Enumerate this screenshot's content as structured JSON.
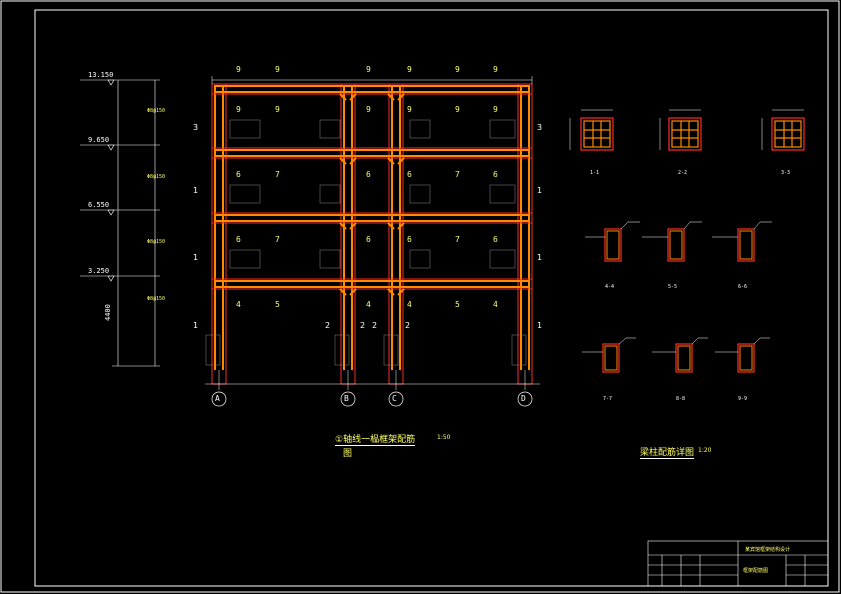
{
  "colors": {
    "background": "#000000",
    "frame": "#ffffff",
    "concrete_outline": "#ff2a2a",
    "rebar": "#ff8a00",
    "dimension": "#ffffff",
    "label_yellow": "#ffff66",
    "label_cyan": "#55ffff"
  },
  "elevations": [
    "13.150",
    "9.650",
    "6.550",
    "3.250"
  ],
  "height_dim": "4400",
  "axis_labels": [
    "A",
    "B",
    "C",
    "D"
  ],
  "frame_title": "①轴线一榀框架配筋",
  "frame_scale": "1:50",
  "frame_subtitle": "图",
  "details_title": "梁柱配筋详图",
  "details_scale": "1:20",
  "section_labels_top": [
    "1-1",
    "2-2",
    "3-3"
  ],
  "section_labels_mid": [
    "4-4",
    "5-5",
    "6-6"
  ],
  "section_labels_bot": [
    "7-7",
    "8-8",
    "9-9"
  ],
  "title_block": {
    "project": "某宾馆框架结构设计",
    "drawing": "框架配筋图"
  }
}
